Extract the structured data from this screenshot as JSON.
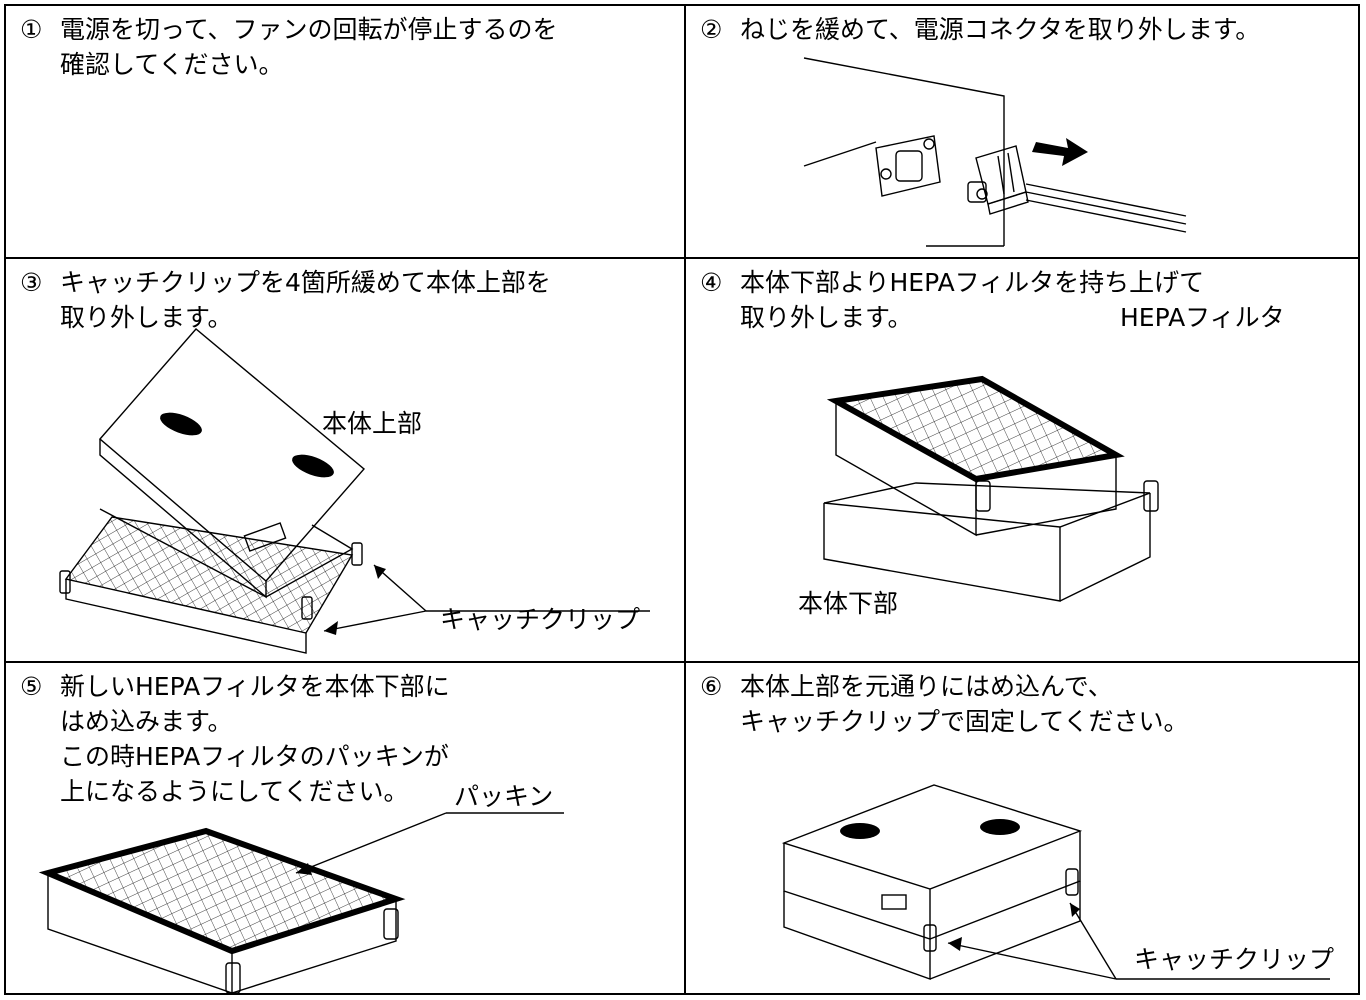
{
  "steps": [
    {
      "num": "①",
      "lines": [
        "電源を切って、ファンの回転が停止するのを",
        "確認してください。"
      ]
    },
    {
      "num": "②",
      "lines": [
        "ねじを緩めて、電源コネクタを取り外します。"
      ]
    },
    {
      "num": "③",
      "lines": [
        "キャッチクリップを4箇所緩めて本体上部を",
        "取り外します。"
      ]
    },
    {
      "num": "④",
      "lines": [
        "本体下部よりHEPAフィルタを持ち上げて",
        "取り外します。"
      ]
    },
    {
      "num": "⑤",
      "lines": [
        "新しいHEPAフィルタを本体下部に",
        "はめ込みます。",
        "この時HEPAフィルタのパッキンが",
        "上になるようにしてください。"
      ]
    },
    {
      "num": "⑥",
      "lines": [
        "本体上部を元通りにはめ込んで、",
        "キャッチクリップで固定してください。"
      ]
    }
  ],
  "labels": {
    "upper_body": "本体上部",
    "catch_clip_3": "キャッチクリップ",
    "hepa_filter": "HEPAフィルタ",
    "lower_body": "本体下部",
    "packing": "パッキン",
    "catch_clip_6": "キャッチクリップ"
  }
}
